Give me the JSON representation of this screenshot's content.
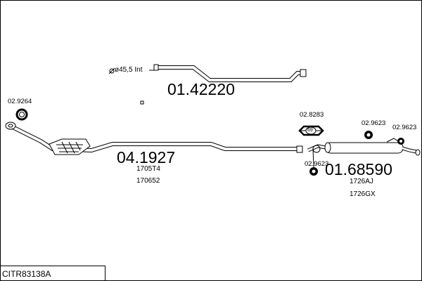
{
  "diagram": {
    "frame_code": "CITR83138A",
    "parts": [
      {
        "number": "01.42220",
        "spec": "ø45,5 Int"
      },
      {
        "number": "04.1927",
        "refs": [
          "1705T4",
          "170652"
        ]
      },
      {
        "number": "01.68590",
        "refs": [
          "1726AJ",
          "1726GX"
        ]
      }
    ],
    "accessories": [
      {
        "number": "02.9264"
      },
      {
        "number": "02.8283",
        "badge": "69"
      },
      {
        "number": "02.9623",
        "position": "top"
      },
      {
        "number": "02.9623",
        "position": "right"
      },
      {
        "number": "02.9623",
        "position": "bottom"
      }
    ]
  }
}
